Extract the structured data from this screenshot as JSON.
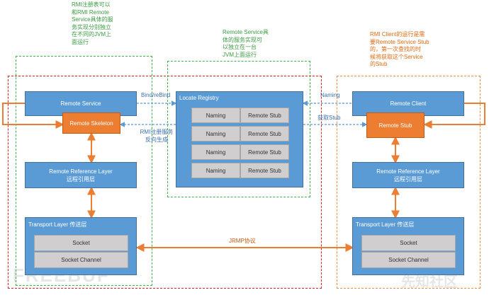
{
  "notes": {
    "rmi_registry": "RMI注册表可以\n和RMI Remote\nService具体的服\n务实现分别独立\n在不同的JVM上\n面运行",
    "remote_service": "Remote Service具\n体的服务实现可\n以独立在一台\nJVM上面运行",
    "rmi_client": "RMI Client的运行是需\n要Remote Service Stub\n的，第一次查找的时\n候将获取这个Service\n的Stub"
  },
  "server": {
    "remote_service": "Remote Service",
    "remote_skeleton": "Remote Skeleton",
    "ref_layer_line1": "Remote Reference Layer",
    "ref_layer_line2": "远程引用层",
    "transport_title": "Transport Layer 传送层",
    "socket": "Socket",
    "socket_channel": "Socket Channel"
  },
  "registry": {
    "title": "Locate Registry",
    "rows": [
      {
        "naming": "Naming",
        "stub": "Remote Stub"
      },
      {
        "naming": "Naming",
        "stub": "Remote Stub"
      },
      {
        "naming": "Naming",
        "stub": "Remote Stub"
      },
      {
        "naming": "Naming",
        "stub": "Remote Stub"
      }
    ]
  },
  "client": {
    "remote_client": "Remote Client",
    "remote_stub": "Remote Stub",
    "ref_layer_line1": "Remote Reference Layer",
    "ref_layer_line2": "远程引用层",
    "transport_title": "Transport Layer 传送层",
    "socket": "Socket",
    "socket_channel": "Socket Channel"
  },
  "arrows": {
    "bind": "Bind/reBind",
    "rmi_register_line1": "RMI注册服务",
    "rmi_register_line2": "反向生成",
    "naming": "Naming",
    "get_stub": "获取Stub",
    "jrmp": "JRMP协议"
  },
  "watermarks": {
    "left": "FREEBUF",
    "right": "先知社区"
  },
  "colors": {
    "blue": "#5b9bd5",
    "orange": "#ed7d31",
    "gray": "#d0cece",
    "red_dash": "#e02020",
    "green_dash": "#3cb44b",
    "orange_dash": "#f08c3c",
    "arrow_orange": "#ed7d31",
    "arrow_blue_dashed": "#5b9bd5"
  }
}
